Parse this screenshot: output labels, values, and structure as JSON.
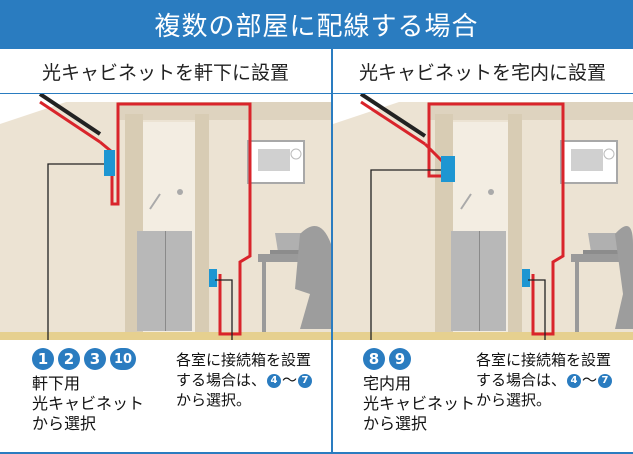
{
  "header": {
    "title": "複数の部屋に配線する場合"
  },
  "panels": {
    "left": {
      "title": "光キャビネットを軒下に設置",
      "badges": [
        "1",
        "2",
        "3",
        "10"
      ],
      "caption_lines": [
        "軒下用",
        "光キャビネット",
        "から選択"
      ],
      "note_lines": [
        "各室に接続箱を設置",
        "する場合は、",
        "から選択。"
      ],
      "note_badges": [
        "4",
        "7"
      ],
      "note_sep": "〜"
    },
    "right": {
      "title": "光キャビネットを宅内に設置",
      "badges": [
        "8",
        "9"
      ],
      "caption_lines": [
        "宅内用",
        "光キャビネット",
        "から選択"
      ],
      "note_lines": [
        "各室に接続箱を設置",
        "する場合は、",
        "から選択。"
      ],
      "note_badges": [
        "4",
        "7"
      ],
      "note_sep": "〜"
    }
  },
  "colors": {
    "accent": "#2a7cc0",
    "wall": "#ece3d3",
    "cable": "#d9242b",
    "floor": "#e6d08f",
    "cabinet": "#1e96d2"
  }
}
